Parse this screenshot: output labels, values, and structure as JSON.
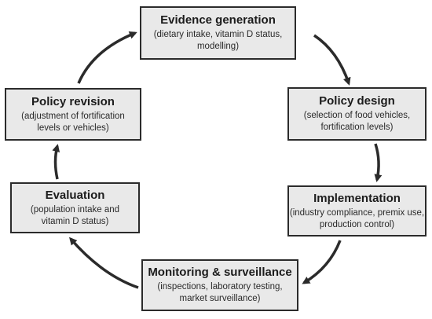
{
  "diagram": {
    "colors": {
      "box_fill": "#e9e9e9",
      "box_border": "#2b2b2b",
      "arrow": "#2b2b2b",
      "background": "#ffffff"
    },
    "nodes": [
      {
        "id": "evidence",
        "title": "Evidence generation",
        "desc_lines": [
          "(dietary intake, vitamin D status,",
          "modelling)"
        ]
      },
      {
        "id": "design",
        "title": "Policy design",
        "desc_lines": [
          "(selection of food vehicles,",
          "fortification levels)"
        ]
      },
      {
        "id": "implementation",
        "title": "Implementation",
        "desc_lines": [
          "(industry compliance, premix use,",
          "production control)"
        ]
      },
      {
        "id": "monitoring",
        "title": "Monitoring & surveillance",
        "desc_lines": [
          "(inspections, laboratory testing,",
          "market surveillance)"
        ]
      },
      {
        "id": "evaluation",
        "title": "Evaluation",
        "desc_lines": [
          "(population intake and",
          "vitamin D status)"
        ]
      },
      {
        "id": "revision",
        "title": "Policy revision",
        "desc_lines": [
          "(adjustment of fortification",
          "levels or vehicles)"
        ]
      }
    ],
    "edges": [
      {
        "from": "evidence",
        "to": "design"
      },
      {
        "from": "design",
        "to": "implementation"
      },
      {
        "from": "implementation",
        "to": "monitoring"
      },
      {
        "from": "monitoring",
        "to": "evaluation"
      },
      {
        "from": "evaluation",
        "to": "revision"
      },
      {
        "from": "revision",
        "to": "evidence"
      }
    ]
  }
}
